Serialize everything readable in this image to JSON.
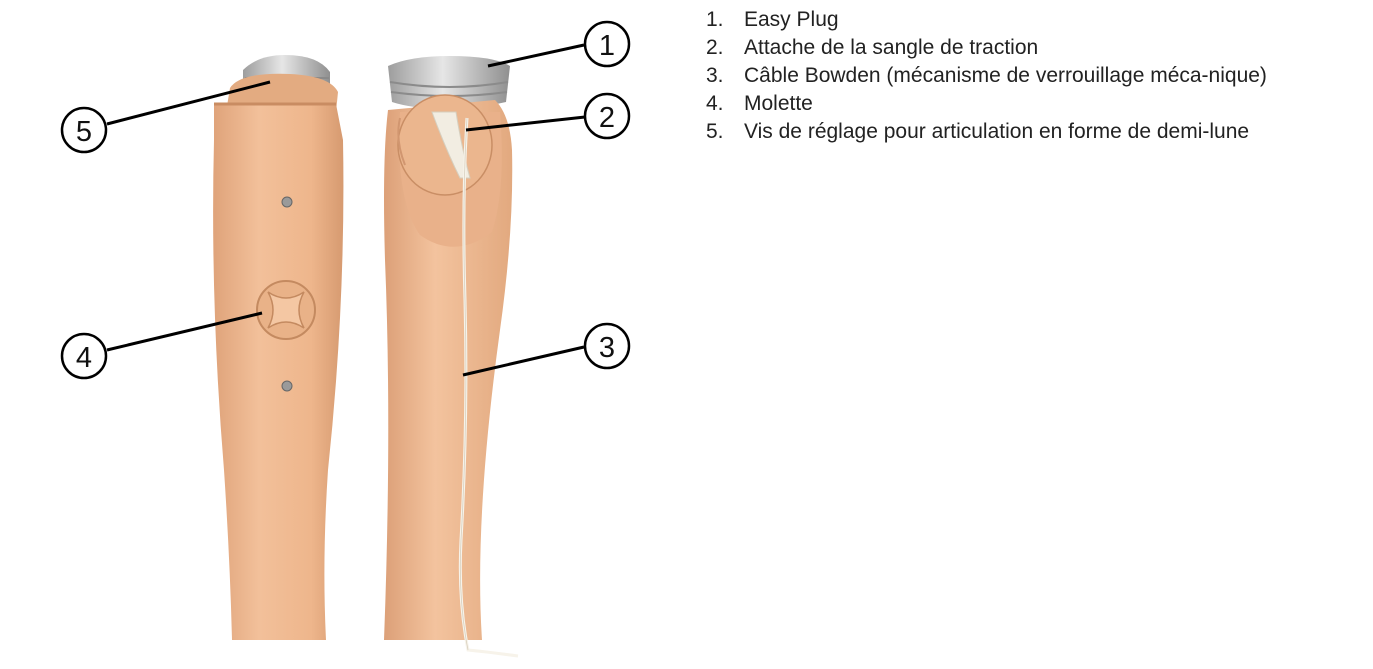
{
  "colors": {
    "skin": "#efb98f",
    "skin_shadow": "#d99d72",
    "metal": "#c8c8c8",
    "leader": "#000000"
  },
  "callouts": [
    "1",
    "2",
    "3",
    "4",
    "5"
  ],
  "legend": [
    {
      "number": "1.",
      "text": "Easy Plug"
    },
    {
      "number": "2.",
      "text": "Attache de la sangle de traction"
    },
    {
      "number": "3.",
      "text": "Câble Bowden (mécanisme de verrouillage méca-nique)"
    },
    {
      "number": "4.",
      "text": "Molette"
    },
    {
      "number": "5.",
      "text": "Vis de réglage pour articulation en forme de demi-lune"
    }
  ]
}
